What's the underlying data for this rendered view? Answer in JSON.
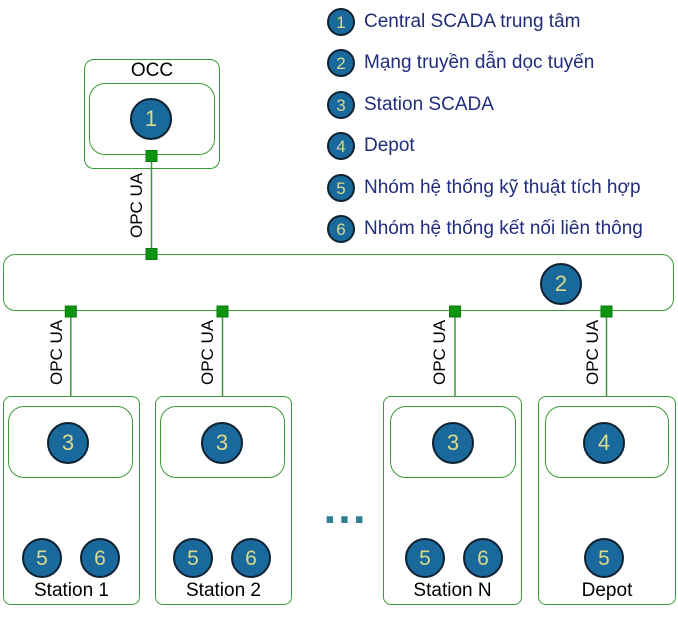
{
  "legend": {
    "items": [
      {
        "num": "1",
        "label": "Central SCADA trung tâm"
      },
      {
        "num": "2",
        "label": "Mạng truyền dẫn dọc tuyến"
      },
      {
        "num": "3",
        "label": "Station SCADA"
      },
      {
        "num": "4",
        "label": "Depot"
      },
      {
        "num": "5",
        "label": "Nhóm hệ thống kỹ thuật tích hợp"
      },
      {
        "num": "6",
        "label": "Nhóm hệ thống kết nối liên thông"
      }
    ]
  },
  "occ": {
    "title": "OCC",
    "node": "1"
  },
  "bus": {
    "node": "2"
  },
  "labels": {
    "opc_ua": "OPC UA",
    "ellipsis": "..."
  },
  "stations": [
    {
      "name": "Station 1",
      "top_node": "3",
      "nodes": [
        "5",
        "6"
      ]
    },
    {
      "name": "Station 2",
      "top_node": "3",
      "nodes": [
        "5",
        "6"
      ]
    },
    {
      "name": "Station N",
      "top_node": "3",
      "nodes": [
        "5",
        "6"
      ]
    },
    {
      "name": "Depot",
      "top_node": "4",
      "nodes": [
        "5"
      ]
    }
  ],
  "colors": {
    "line_green": "#3B9B3B",
    "port_green": "#0E9510",
    "arrow_green": "#1F9120",
    "node_fill": "#19699C",
    "node_border": "#0D2231",
    "node_number": "#DCDA8A",
    "legend_text": "#202C7C",
    "ellipsis_teal": "#2F7F93"
  }
}
